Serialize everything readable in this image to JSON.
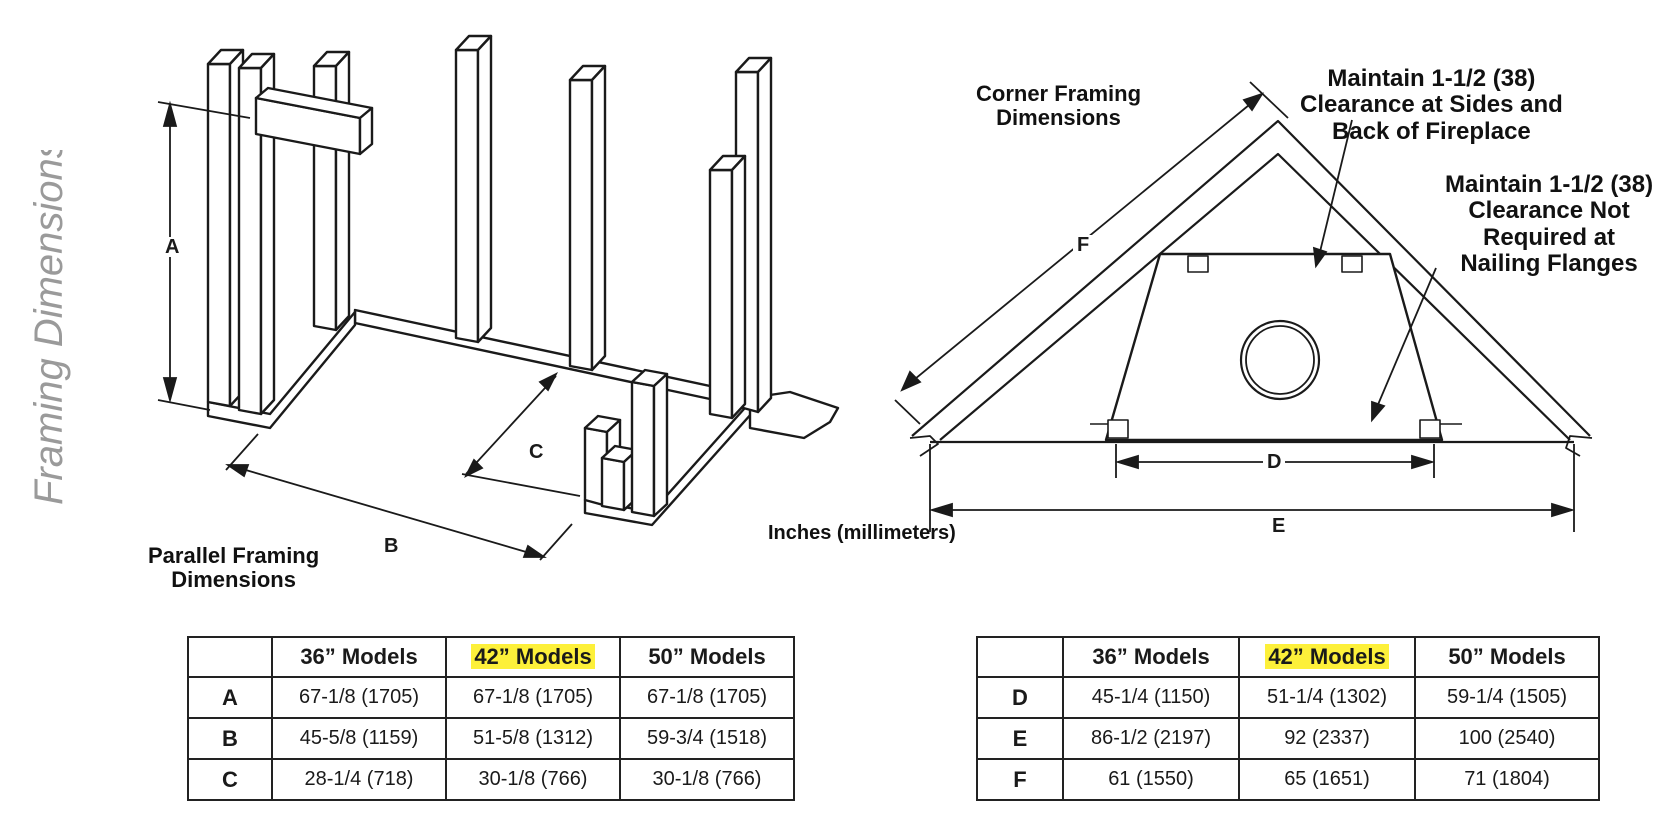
{
  "side_title": "Framing Dimensions",
  "units_note": "Inches (millimeters)",
  "parallel": {
    "caption_lines": [
      "Parallel Framing",
      "Dimensions"
    ],
    "dims": {
      "a": "A",
      "b": "B",
      "c": "C"
    }
  },
  "corner": {
    "caption_lines": [
      "Corner Framing",
      "Dimensions"
    ],
    "note1_lines": [
      "Maintain 1-1/2 (38)",
      "Clearance at Sides and",
      "Back of Fireplace"
    ],
    "note2_lines": [
      "Maintain 1-1/2 (38)",
      "Clearance Not",
      "Required at",
      "Nailing Flanges"
    ],
    "dims": {
      "d": "D",
      "e": "E",
      "f": "F"
    }
  },
  "highlight_color": "#fdf03a",
  "tables": [
    {
      "headers": [
        "36” Models",
        "42” Models",
        "50” Models"
      ],
      "highlighted_header": 1,
      "rows": [
        {
          "label": "A",
          "values": [
            "67-1/8 (1705)",
            "67-1/8 (1705)",
            "67-1/8 (1705)"
          ]
        },
        {
          "label": "B",
          "values": [
            "45-5/8 (1159)",
            "51-5/8 (1312)",
            "59-3/4 (1518)"
          ]
        },
        {
          "label": "C",
          "values": [
            "28-1/4 (718)",
            "30-1/8 (766)",
            "30-1/8 (766)"
          ]
        }
      ]
    },
    {
      "headers": [
        "36” Models",
        "42” Models",
        "50” Models"
      ],
      "highlighted_header": 1,
      "rows": [
        {
          "label": "D",
          "values": [
            "45-1/4 (1150)",
            "51-1/4 (1302)",
            "59-1/4 (1505)"
          ]
        },
        {
          "label": "E",
          "values": [
            "86-1/2 (2197)",
            "92 (2337)",
            "100 (2540)"
          ]
        },
        {
          "label": "F",
          "values": [
            "61 (1550)",
            "65 (1651)",
            "71 (1804)"
          ]
        }
      ]
    }
  ]
}
